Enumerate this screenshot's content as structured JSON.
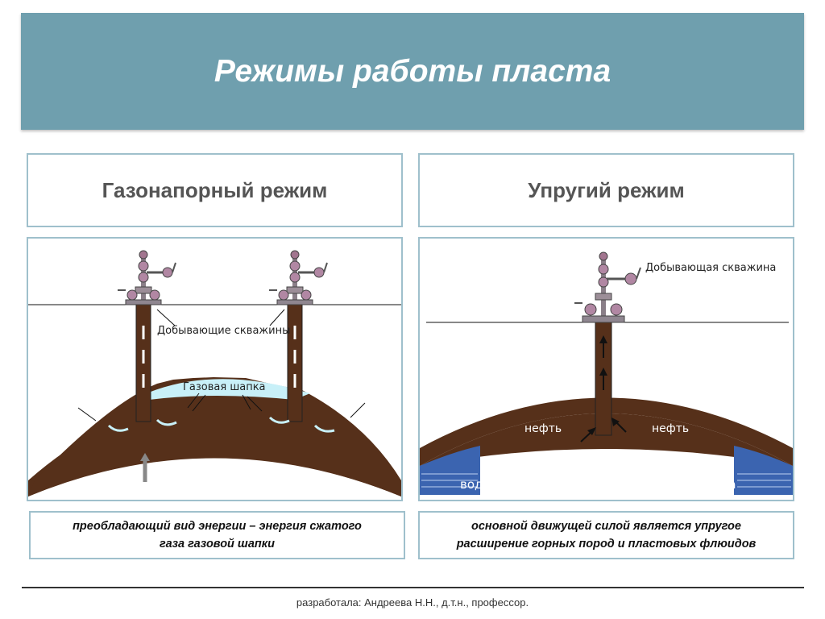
{
  "slide": {
    "title": "Режимы работы пласта"
  },
  "left_panel": {
    "heading": "Газонапорный режим",
    "labels": {
      "wells": "Добывающие скважины",
      "gas_cap": "Газовая шапка"
    },
    "caption_line1": "преобладающий вид энергии – энергия сжатого",
    "caption_line2": "газа газовой шапки"
  },
  "right_panel": {
    "heading": "Упругий режим",
    "labels": {
      "well": "Добывающая скважина",
      "oil_left": "нефть",
      "oil_right": "нефть",
      "water_left": "вода",
      "water_right": "вода"
    },
    "caption_line1": "основной движущей силой является упругое",
    "caption_line2": "расширение горных пород и пластовых флюидов"
  },
  "footer": {
    "text": "разработала: Андреева Н.Н., д.т.н., профессор."
  },
  "colors": {
    "title_bar": "#6f9fae",
    "border": "#9fc0cc",
    "rock": "#56301a",
    "gas": "#c8f0f8",
    "water": "#3b64b0"
  }
}
